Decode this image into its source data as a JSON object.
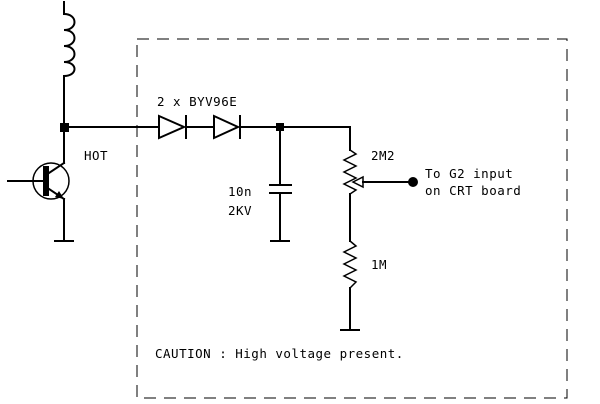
{
  "labels": {
    "transistor": "HOT",
    "diodes": "2 x BYV96E",
    "capacitor_value": "10n",
    "capacitor_voltage": "2KV",
    "pot": "2M2",
    "resistor": "1M",
    "output_line1": "To G2 input",
    "output_line2": "on CRT board",
    "caution": "CAUTION : High voltage present."
  },
  "colors": {
    "ink": "#000000",
    "background": "#ffffff"
  }
}
